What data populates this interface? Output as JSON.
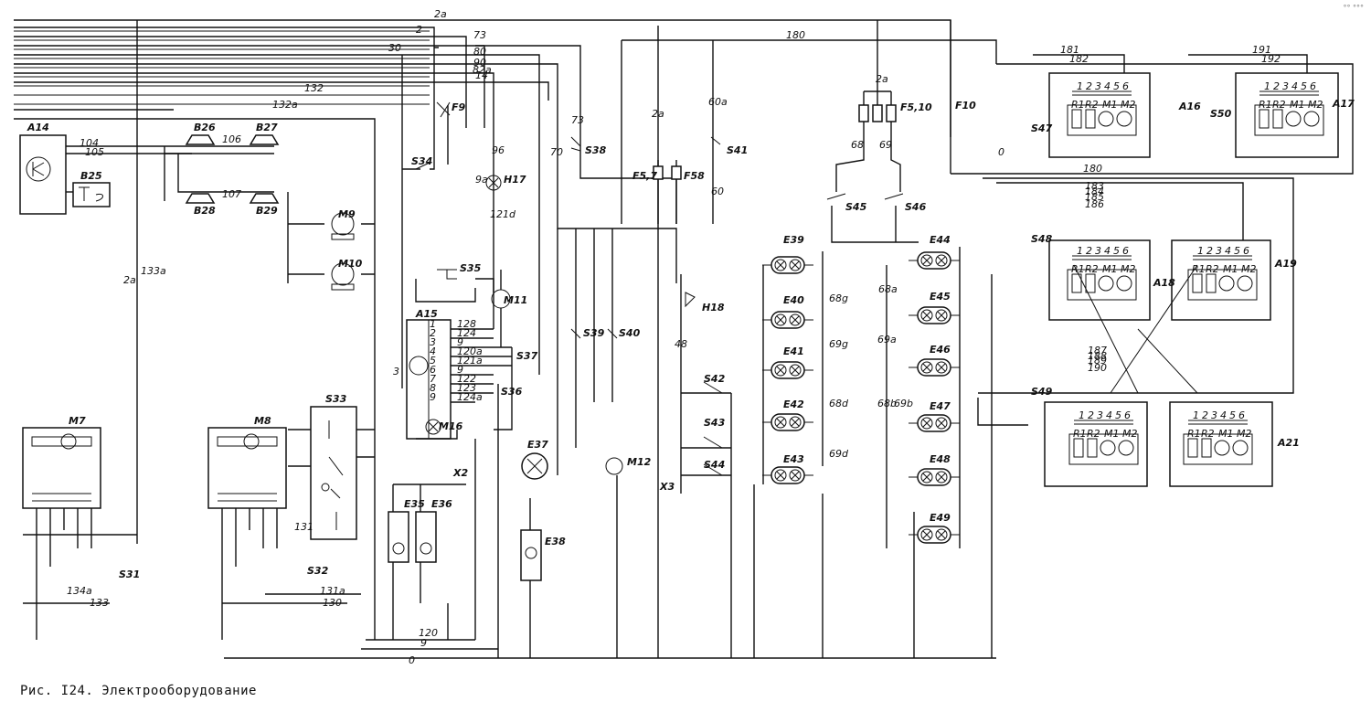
{
  "caption": "Рис. I24. Электрооборудование",
  "corner_mark": "°° °°°",
  "components": [
    {
      "id": "A14"
    },
    {
      "id": "B25"
    },
    {
      "id": "B26"
    },
    {
      "id": "B27"
    },
    {
      "id": "B28"
    },
    {
      "id": "B29"
    },
    {
      "id": "M9"
    },
    {
      "id": "M10"
    },
    {
      "id": "M11"
    },
    {
      "id": "M12"
    },
    {
      "id": "M16"
    },
    {
      "id": "M7"
    },
    {
      "id": "M8"
    },
    {
      "id": "A15"
    },
    {
      "id": "S31"
    },
    {
      "id": "S32"
    },
    {
      "id": "S33"
    },
    {
      "id": "S34"
    },
    {
      "id": "S35"
    },
    {
      "id": "S36"
    },
    {
      "id": "S37"
    },
    {
      "id": "S38"
    },
    {
      "id": "S39"
    },
    {
      "id": "S40"
    },
    {
      "id": "S41"
    },
    {
      "id": "S42"
    },
    {
      "id": "S43"
    },
    {
      "id": "S44"
    },
    {
      "id": "S45"
    },
    {
      "id": "S46"
    },
    {
      "id": "S47"
    },
    {
      "id": "S48"
    },
    {
      "id": "S49"
    },
    {
      "id": "S50"
    },
    {
      "id": "H17"
    },
    {
      "id": "H18"
    },
    {
      "id": "F9"
    },
    {
      "id": "F10"
    },
    {
      "id": "F5,7"
    },
    {
      "id": "F58"
    },
    {
      "id": "F5,10"
    },
    {
      "id": "E35"
    },
    {
      "id": "E36"
    },
    {
      "id": "E37"
    },
    {
      "id": "E38"
    },
    {
      "id": "E39"
    },
    {
      "id": "E40"
    },
    {
      "id": "E41"
    },
    {
      "id": "E42"
    },
    {
      "id": "E43"
    },
    {
      "id": "E44"
    },
    {
      "id": "E45"
    },
    {
      "id": "E46"
    },
    {
      "id": "E47"
    },
    {
      "id": "E48"
    },
    {
      "id": "E49"
    },
    {
      "id": "X2"
    },
    {
      "id": "X3"
    },
    {
      "id": "A16"
    },
    {
      "id": "A17"
    },
    {
      "id": "A18"
    },
    {
      "id": "A19"
    },
    {
      "id": "A21"
    }
  ],
  "wire_labels": [
    "2a",
    "2",
    "30",
    "73",
    "80",
    "90",
    "82a",
    "14",
    "132a",
    "132",
    "104",
    "105",
    "106",
    "107",
    "2a",
    "133a",
    "3",
    "9a",
    "96",
    "121d",
    "70",
    "60a",
    "60",
    "180",
    "73",
    "2a",
    "2a",
    "68",
    "69",
    "68a",
    "69a",
    "68b",
    "69b",
    "68g",
    "69g",
    "68d",
    "69d",
    "120",
    "9",
    "0",
    "48",
    "134a",
    "133",
    "131",
    "130",
    "131a",
    "0",
    "180",
    "181",
    "182",
    "183",
    "184",
    "185",
    "186",
    "187",
    "188",
    "189",
    "190",
    "191",
    "192"
  ],
  "block_pins": {
    "a15_top": [
      "1",
      "2",
      "3",
      "4",
      "5",
      "6",
      "7",
      "8",
      "9"
    ],
    "a15_right": [
      "128",
      "124",
      "9",
      "120a",
      "121a",
      "9",
      "122",
      "123",
      "124a"
    ],
    "unit_pins": [
      "1",
      "2",
      "3",
      "4",
      "5",
      "6"
    ],
    "unit_parts": [
      "R1",
      "R2",
      "M1",
      "M2"
    ]
  }
}
